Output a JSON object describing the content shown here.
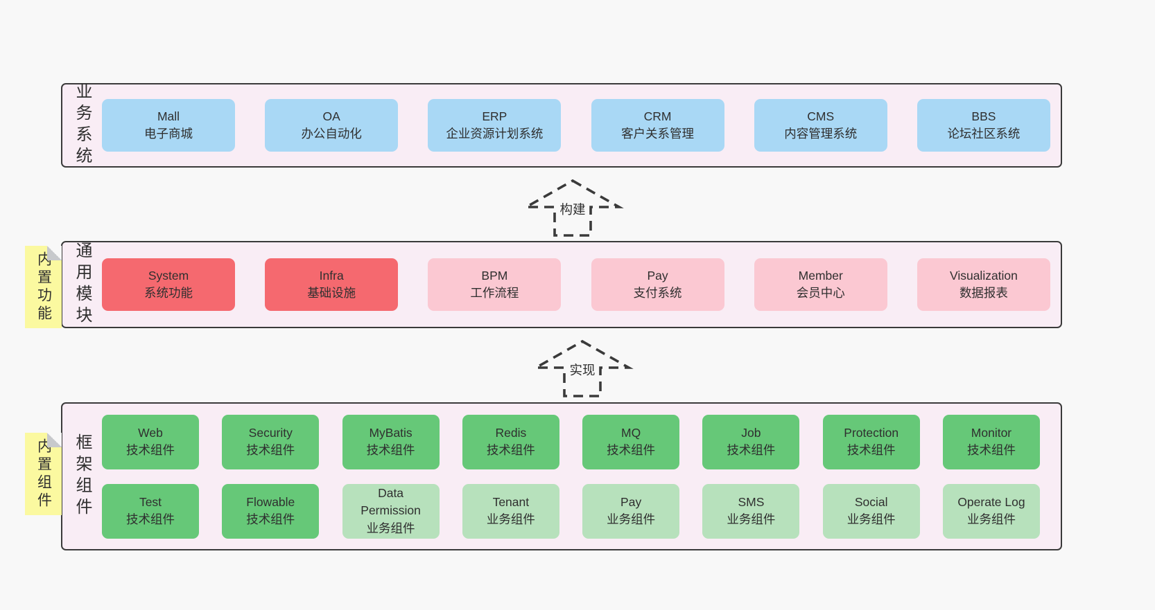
{
  "palette": {
    "page-bg": "#f8f8f8",
    "panel-bg": "#f9edf5",
    "panel-border": "#3a3a3a",
    "blue": "#a9d8f5",
    "red": "#f5696f",
    "pink": "#fbc8d2",
    "green": "#66c878",
    "light-green": "#b7e1bc",
    "yellow": "#fbf9a0",
    "text": "#333333"
  },
  "layers": {
    "business": {
      "side_label": "业务系统",
      "boxes": [
        {
          "title": "Mall",
          "subtitle": "电子商城"
        },
        {
          "title": "OA",
          "subtitle": "办公自动化"
        },
        {
          "title": "ERP",
          "subtitle": "企业资源计划系统"
        },
        {
          "title": "CRM",
          "subtitle": "客户关系管理"
        },
        {
          "title": "CMS",
          "subtitle": "内容管理系统"
        },
        {
          "title": "BBS",
          "subtitle": "论坛社区系统"
        }
      ]
    },
    "modules": {
      "side_label": "通用模块",
      "note_label": "内置功能",
      "boxes": [
        {
          "title": "System",
          "subtitle": "系统功能",
          "variant": "red"
        },
        {
          "title": "Infra",
          "subtitle": "基础设施",
          "variant": "red"
        },
        {
          "title": "BPM",
          "subtitle": "工作流程",
          "variant": "pink"
        },
        {
          "title": "Pay",
          "subtitle": "支付系统",
          "variant": "pink"
        },
        {
          "title": "Member",
          "subtitle": "会员中心",
          "variant": "pink"
        },
        {
          "title": "Visualization",
          "subtitle": "数据报表",
          "variant": "pink"
        }
      ]
    },
    "components": {
      "side_label": "框架组件",
      "note_label": "内置组件",
      "row1": [
        {
          "title": "Web",
          "subtitle": "技术组件",
          "variant": "green"
        },
        {
          "title": "Security",
          "subtitle": "技术组件",
          "variant": "green"
        },
        {
          "title": "MyBatis",
          "subtitle": "技术组件",
          "variant": "green"
        },
        {
          "title": "Redis",
          "subtitle": "技术组件",
          "variant": "green"
        },
        {
          "title": "MQ",
          "subtitle": "技术组件",
          "variant": "green"
        },
        {
          "title": "Job",
          "subtitle": "技术组件",
          "variant": "green"
        },
        {
          "title": "Protection",
          "subtitle": "技术组件",
          "variant": "green"
        },
        {
          "title": "Monitor",
          "subtitle": "技术组件",
          "variant": "green"
        }
      ],
      "row2": [
        {
          "title": "Test",
          "subtitle": "技术组件",
          "variant": "green"
        },
        {
          "title": "Flowable",
          "subtitle": "技术组件",
          "variant": "green"
        },
        {
          "title": "Data Permission",
          "subtitle": "业务组件",
          "variant": "light-green"
        },
        {
          "title": "Tenant",
          "subtitle": "业务组件",
          "variant": "light-green"
        },
        {
          "title": "Pay",
          "subtitle": "业务组件",
          "variant": "light-green"
        },
        {
          "title": "SMS",
          "subtitle": "业务组件",
          "variant": "light-green"
        },
        {
          "title": "Social",
          "subtitle": "业务组件",
          "variant": "light-green"
        },
        {
          "title": "Operate Log",
          "subtitle": "业务组件",
          "variant": "light-green"
        }
      ]
    }
  },
  "arrows": {
    "build": {
      "label": "构建"
    },
    "implement": {
      "label": "实现"
    }
  }
}
